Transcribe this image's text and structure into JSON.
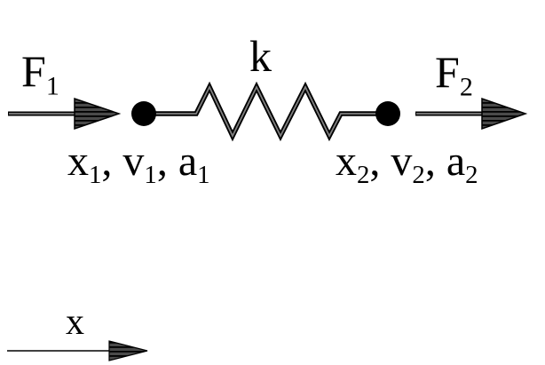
{
  "labels": {
    "force_left": [
      {
        "t": "F"
      },
      {
        "t": "1",
        "sub": true
      }
    ],
    "spring_constant": [
      {
        "t": "k"
      }
    ],
    "force_right": [
      {
        "t": "F"
      },
      {
        "t": "2",
        "sub": true
      }
    ],
    "mass1_kinematics": [
      {
        "t": "x"
      },
      {
        "t": "1",
        "sub": true
      },
      {
        "t": ", v"
      },
      {
        "t": "1",
        "sub": true
      },
      {
        "t": ", a"
      },
      {
        "t": "1",
        "sub": true
      }
    ],
    "mass2_kinematics": [
      {
        "t": "x"
      },
      {
        "t": "2",
        "sub": true
      },
      {
        "t": ", v"
      },
      {
        "t": "2",
        "sub": true
      },
      {
        "t": ", a"
      },
      {
        "t": "2",
        "sub": true
      }
    ],
    "axis": [
      {
        "t": "x"
      }
    ]
  },
  "colors": {
    "ink": "#000000",
    "background": "#ffffff",
    "shaft_core": "#808080",
    "arrowhead_fill": "#4a4a4a",
    "arrowhead_hatch": "#000000"
  }
}
